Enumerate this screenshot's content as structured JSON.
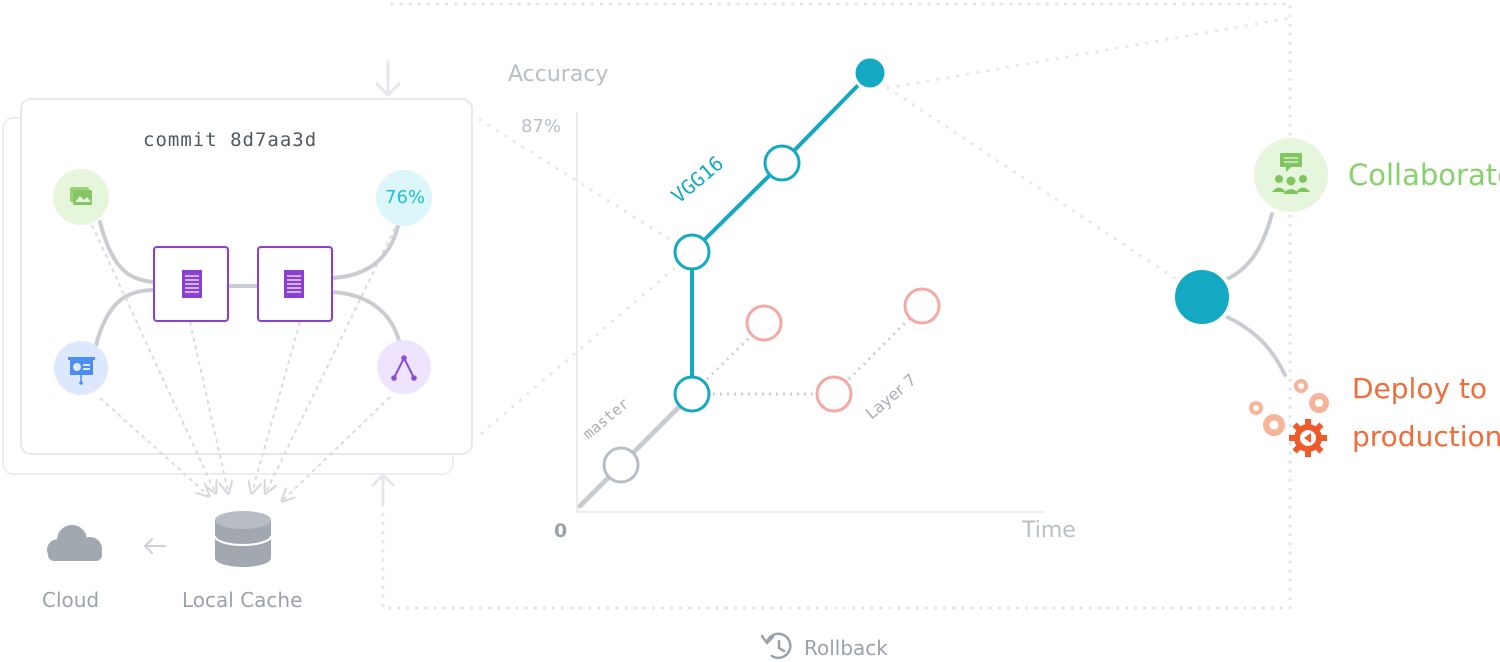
{
  "commit": {
    "title": "commit 8d7aa3d",
    "metric_badge": "76%"
  },
  "chart": {
    "y_axis_label": "Accuracy",
    "y_tick": "87%",
    "origin_tick": "0",
    "x_axis_label": "Time",
    "branches": {
      "vgg": "VGG16",
      "master": "master",
      "layer": "Layer 7"
    }
  },
  "storage": {
    "cloud_label": "Cloud",
    "cache_label": "Local Cache"
  },
  "actions": {
    "collaborate_label": "Collaborate",
    "deploy_line1": "Deploy to",
    "deploy_line2": "production",
    "rollback_label": "Rollback"
  },
  "colors": {
    "teal": "#13a9c2",
    "green": "#86d16b",
    "orange": "#ef6d3a",
    "purple": "#8a3fd1",
    "pink": "#f4aaa3",
    "gray": "#c9cdd2"
  },
  "icons": [
    "image-icon",
    "metric-badge",
    "presentation-icon",
    "graph-icon",
    "document-icon",
    "database-icon",
    "cloud-icon",
    "arrow-left-icon",
    "arrow-down-icon",
    "arrow-up-icon",
    "collaborate-icon",
    "gears-icon",
    "rollback-icon"
  ]
}
